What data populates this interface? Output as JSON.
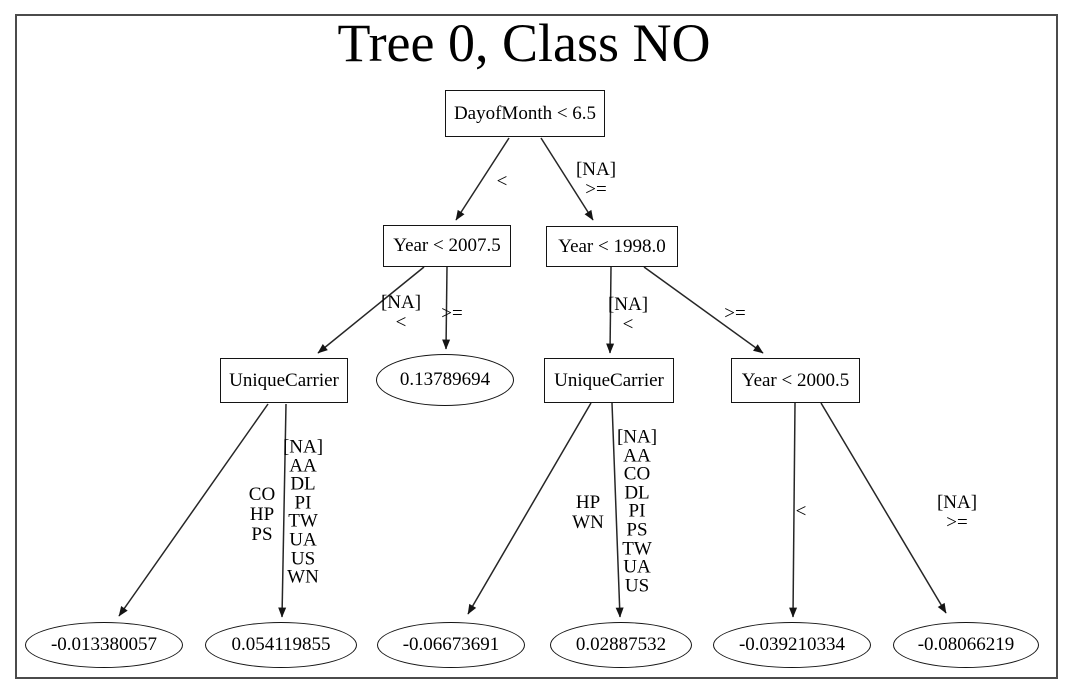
{
  "title": "Tree 0, Class NO",
  "tree": {
    "type": "decision-tree",
    "nodes": {
      "root": "DayofMonth < 6.5",
      "year2007": "Year < 2007.5",
      "year1998": "Year < 1998.0",
      "carrier_left": "UniqueCarrier",
      "value_mid": "0.13789694",
      "carrier_mid": "UniqueCarrier",
      "year2000": "Year < 2000.5",
      "leaf_1": "-0.013380057",
      "leaf_2": "0.054119855",
      "leaf_3": "-0.06673691",
      "leaf_4": "0.02887532",
      "leaf_5": "-0.039210334",
      "leaf_6": "-0.08066219"
    },
    "edge_labels": {
      "root_left": "<",
      "root_right": "[NA]\n>=",
      "year2007_left": "[NA]\n<",
      "year2007_right": ">=",
      "year1998_left": "[NA]\n<",
      "year1998_right": ">=",
      "carrier_left_left": "CO\nHP\nPS",
      "carrier_left_right": "[NA]\nAA\nDL\nPI\nTW\nUA\nUS\nWN",
      "carrier_mid_left": "HP\nWN",
      "carrier_mid_right": "[NA]\nAA\nCO\nDL\nPI\nPS\nTW\nUA\nUS",
      "year2000_left": "<",
      "year2000_right": "[NA]\n>="
    },
    "colors": {
      "stroke": "#141414",
      "frame": "#4b4b4b",
      "background": "#ffffff"
    }
  }
}
